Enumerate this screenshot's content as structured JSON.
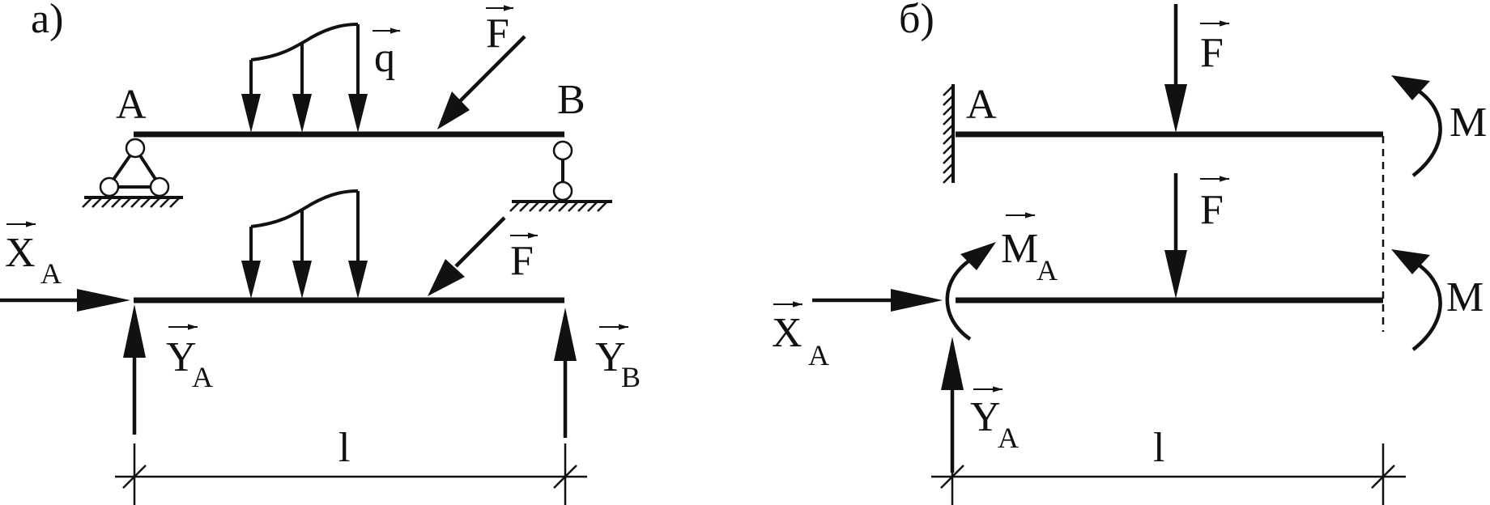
{
  "diagram": {
    "panel_a": {
      "label": "а)",
      "point_a": "A",
      "point_b": "B",
      "q_label": "q",
      "f_label_top": "F",
      "f_label_bottom": "F",
      "xa_label": "X",
      "xa_sub": "A",
      "ya_label": "Y",
      "ya_sub": "A",
      "yb_label": "Y",
      "yb_sub": "B",
      "length_label": "l"
    },
    "panel_b": {
      "label": "б)",
      "point_a": "A",
      "f_label_top": "F",
      "f_label_bottom": "F",
      "m_label_top": "M",
      "m_label_bottom": "M",
      "ma_label": "M",
      "ma_sub": "A",
      "xa_label": "X",
      "xa_sub": "A",
      "ya_label": "Y",
      "ya_sub": "A",
      "length_label": "l"
    }
  }
}
